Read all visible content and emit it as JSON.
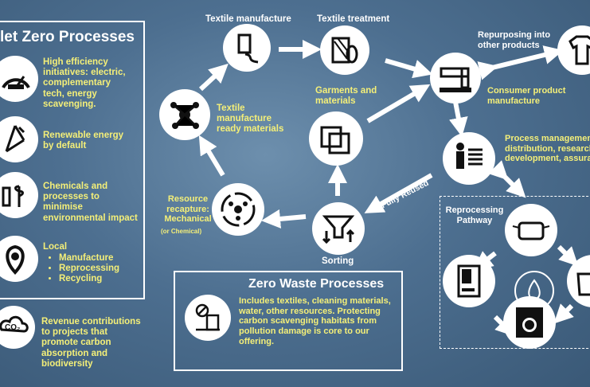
{
  "net_zero": {
    "title": "let Zero Processes",
    "items": [
      {
        "text": "High efficiency initiatives: electric, complementary tech, energy scavenging.",
        "icon": "efficiency-gauge-icon"
      },
      {
        "text": "Renewable energy by default",
        "icon": "recycle-icon"
      },
      {
        "text": "Chemicals and processes to minimise environmental impact",
        "icon": "lab-plant-icon"
      },
      {
        "text": "Local",
        "icon": "map-pin-icon"
      }
    ],
    "local_bullets": [
      "Manufacture",
      "Reprocessing",
      "Recycling"
    ]
  },
  "revenue": {
    "text": "Revenue contributions to projects that promote carbon absorption and biodiversity",
    "icon": "co2-icon",
    "icon_text": "CO₂"
  },
  "zero_waste": {
    "title": "Zero Waste Processes",
    "text": "Includes textiles, cleaning materials, water, other resources. Protecting carbon scavenging habitats from pollution damage is core to our offering.",
    "icon": "no-waste-icon"
  },
  "nodes": {
    "textile_manufacture": "Textile manufacture",
    "textile_treatment": "Textile treatment",
    "repurposing": "Repurposing into other products",
    "consumer_product": "Consumer product manufacture",
    "garments": "Garments and materials",
    "textile_ready": "Textile manufacture ready materials",
    "process_management": "Process management, distribution, research, development, assurance",
    "resource_recapture": "Resource recapture: Mechanical",
    "resource_recapture_sub": "(or Chemical)",
    "fully_reused": "Fully Reused",
    "sorting": "Sorting",
    "reprocessing": "Reprocessing Pathway"
  },
  "colors": {
    "accent_text": "#f4ef78",
    "background": "#4d6f90",
    "icon_fill": "#ffffff",
    "icon_ink": "#111111"
  }
}
